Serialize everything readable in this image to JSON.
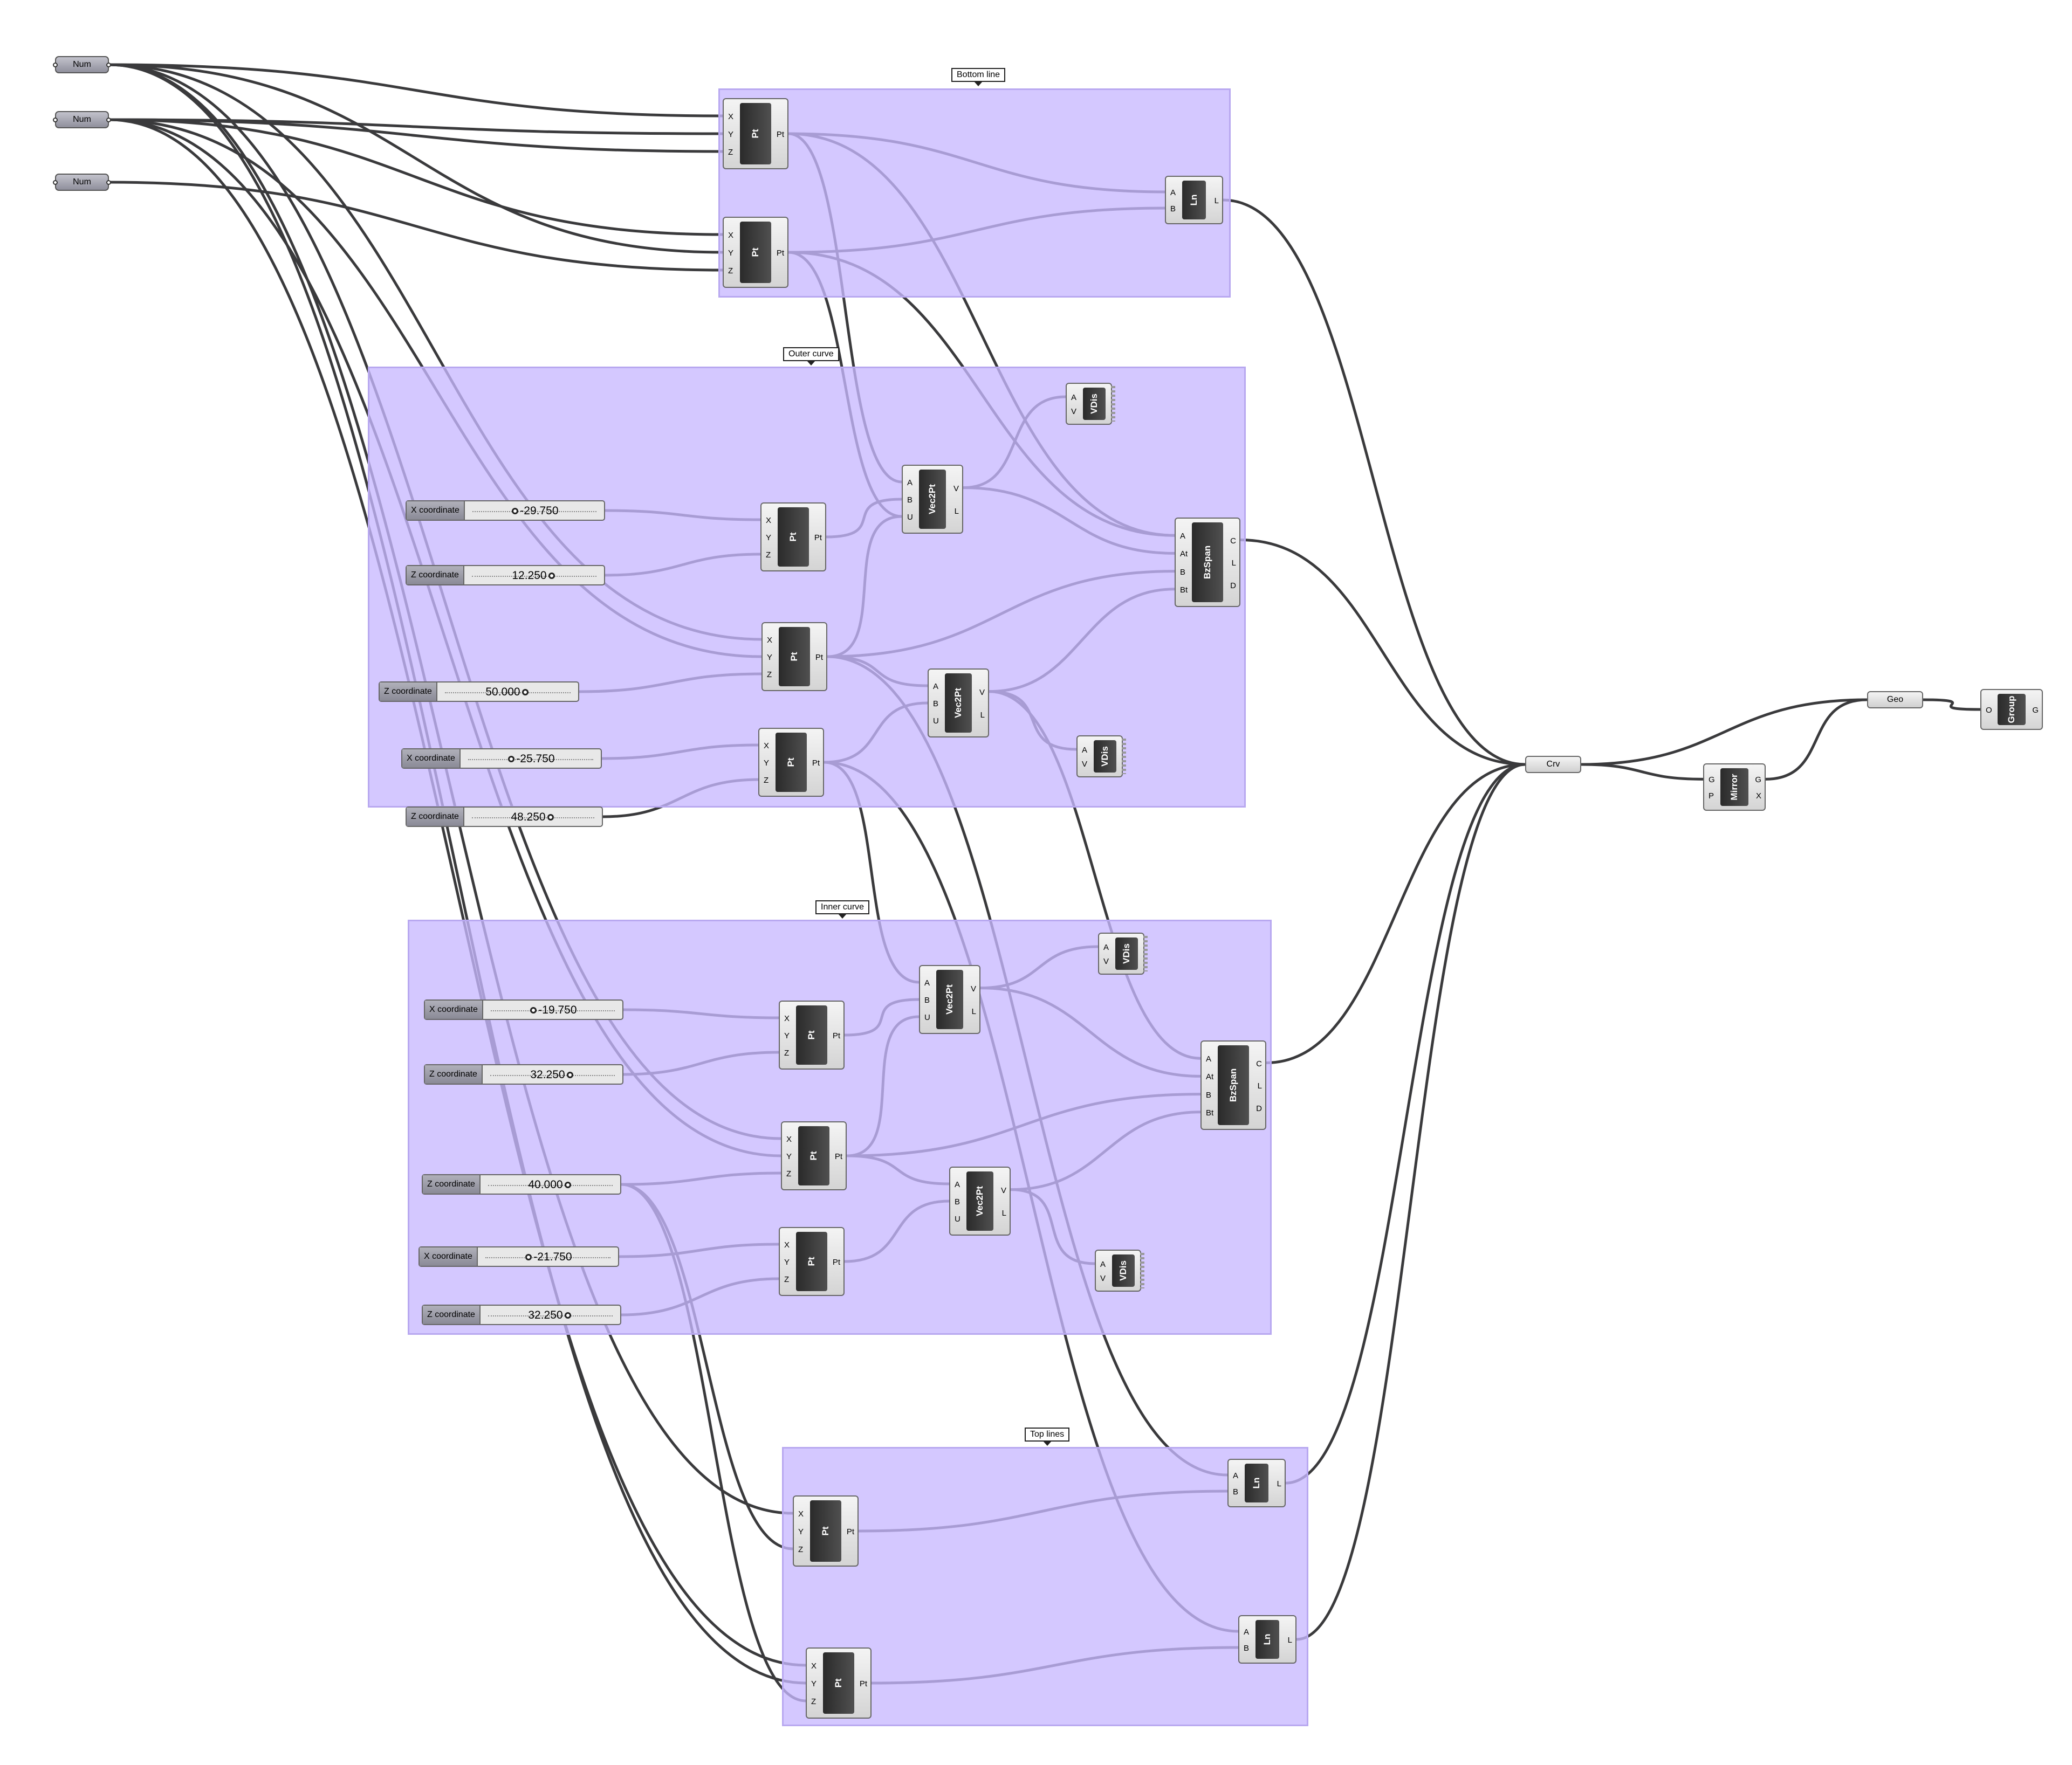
{
  "groups": [
    {
      "label": "Bottom line"
    },
    {
      "label": "Outer curve"
    },
    {
      "label": "Inner curve"
    },
    {
      "label": "Top lines"
    }
  ],
  "num_params": [
    {
      "label": "Num"
    },
    {
      "label": "Num"
    },
    {
      "label": "Num"
    }
  ],
  "sliders": [
    {
      "label": "X coordinate",
      "value": "-29.750"
    },
    {
      "label": "Z coordinate",
      "value": "12.250"
    },
    {
      "label": "Z coordinate",
      "value": "50.000"
    },
    {
      "label": "X coordinate",
      "value": "-25.750"
    },
    {
      "label": "Z coordinate",
      "value": "48.250"
    },
    {
      "label": "X coordinate",
      "value": "-19.750"
    },
    {
      "label": "Z coordinate",
      "value": "32.250"
    },
    {
      "label": "Z coordinate",
      "value": "40.000"
    },
    {
      "label": "X coordinate",
      "value": "-21.750"
    },
    {
      "label": "Z coordinate",
      "value": "32.250"
    }
  ],
  "components": {
    "pt": {
      "name": "Pt",
      "inputs": [
        "X",
        "Y",
        "Z"
      ],
      "outputs": [
        "Pt"
      ]
    },
    "ln": {
      "name": "Ln",
      "inputs": [
        "A",
        "B"
      ],
      "outputs": [
        "L"
      ]
    },
    "vec2pt": {
      "name": "Vec2Pt",
      "inputs": [
        "A",
        "B",
        "U"
      ],
      "outputs": [
        "V",
        "L"
      ]
    },
    "bzspan": {
      "name": "BzSpan",
      "inputs": [
        "A",
        "At",
        "B",
        "Bt"
      ],
      "outputs": [
        "C",
        "L",
        "D"
      ]
    },
    "vdis": {
      "name": "VDis",
      "inputs": [
        "A",
        "V"
      ],
      "outputs": []
    },
    "mirror": {
      "name": "Mirror",
      "inputs": [
        "G",
        "P"
      ],
      "outputs": [
        "G",
        "X"
      ]
    },
    "group": {
      "name": "Group",
      "inputs": [
        "O"
      ],
      "outputs": [
        "G"
      ]
    }
  },
  "crv": {
    "label": "Crv"
  },
  "geo": {
    "label": "Geo"
  },
  "colors": {
    "group_fill": "#c9b9ff",
    "group_border": "#b8a8f0",
    "wire": "#3a3a3c"
  }
}
